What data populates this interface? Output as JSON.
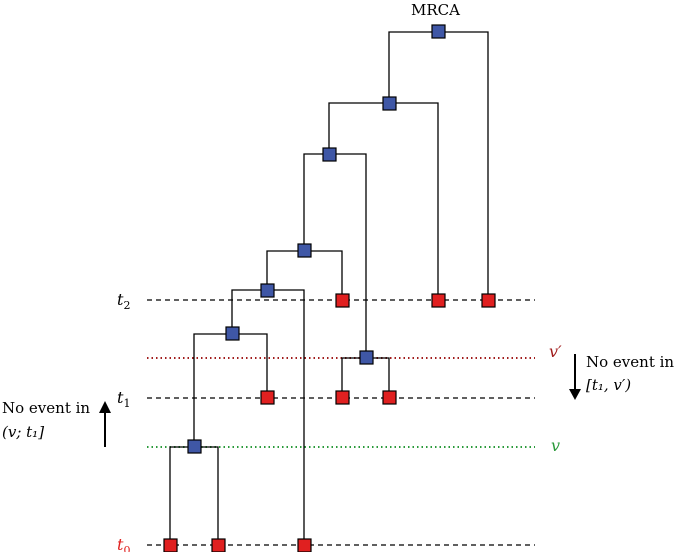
{
  "colors": {
    "internal_node": "#3f57a6",
    "leaf_node": "#e02020",
    "line_black": "#000000",
    "line_red": "#a11d1d",
    "line_green": "#2a9a3a",
    "label_red": "#e0201f",
    "label_darkred": "#a11d1d",
    "label_green": "#2a9a3a"
  },
  "labels": {
    "mrca": "MRCA",
    "t2": "t",
    "t2_sub": "2",
    "t1": "t",
    "t1_sub": "1",
    "t0": "t",
    "t0_sub": "0",
    "v_prime": "v′",
    "v": "v"
  },
  "annotations": {
    "right_line1": "No event in",
    "right_line2": "[t₁, v′)",
    "left_line1": "No event in",
    "left_line2": "(v; t₁]"
  }
}
